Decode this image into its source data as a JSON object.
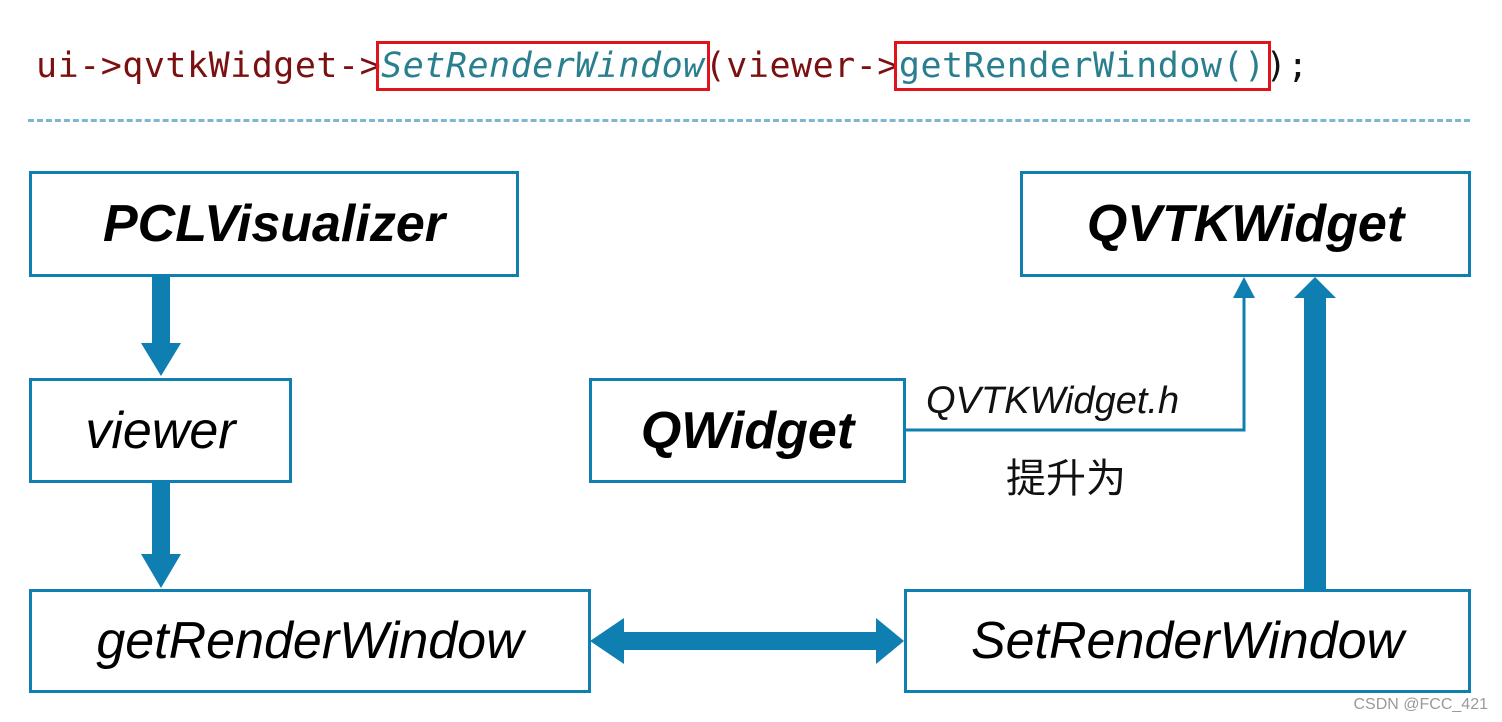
{
  "code_line": {
    "part1": "ui->qvtkWidget->",
    "part2": "SetRenderWindow",
    "part3": "(viewer->",
    "part4": "getRenderWindow()",
    "part5": ");"
  },
  "nodes": {
    "pclvisualizer": "PCLVisualizer",
    "viewer": "viewer",
    "getrenderwindow": "getRenderWindow",
    "qwidget": "QWidget",
    "qvtkwidget": "QVTKWidget",
    "setrenderwindow": "SetRenderWindow"
  },
  "labels": {
    "header_file": "QVTKWidget.h",
    "promote": "提升为"
  },
  "colors": {
    "box_border": "#0e7fb0",
    "arrow": "#0e7fb0",
    "highlight": "#e0141c"
  },
  "watermark": "CSDN @FCC_421"
}
